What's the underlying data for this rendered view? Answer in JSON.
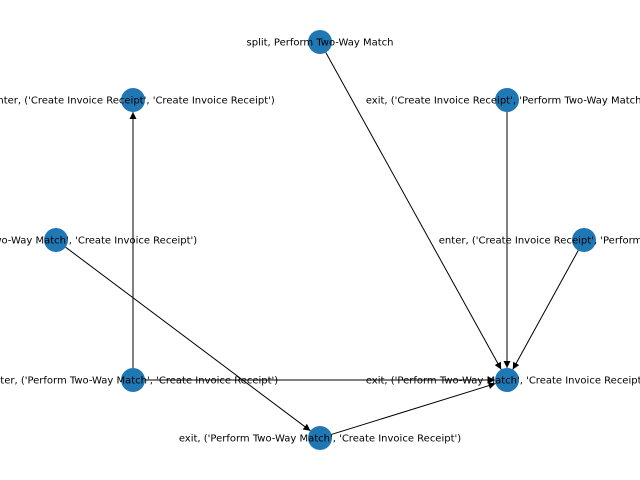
{
  "colors": {
    "node": "#1f77b4",
    "edge": "#000000",
    "label": "#000000",
    "background": "#ffffff"
  },
  "nodes": [
    {
      "id": "n1",
      "label": "split, Perform Two-Way Match"
    },
    {
      "id": "n2",
      "label": "enter, ('Create Invoice Receipt', 'Create Invoice Receipt')"
    },
    {
      "id": "n3",
      "label": "exit, ('Create Invoice Receipt', 'Perform Two-Way Match')"
    },
    {
      "id": "n4",
      "label": "exit, ('Perform Two-Way Match', 'Create Invoice Receipt')"
    },
    {
      "id": "n5",
      "label": "enter, ('Create Invoice Receipt', 'Perform Two-Way Match')"
    },
    {
      "id": "n6",
      "label": "enter, ('Perform Two-Way Match', 'Create Invoice Receipt')"
    },
    {
      "id": "n7",
      "label": "exit, ('Perform Two-Way Match', 'Create Invoice Receipt')"
    },
    {
      "id": "n8",
      "label": "exit, ('Perform Two-Way Match', 'Create Invoice Receipt')"
    }
  ],
  "edges": [
    {
      "from": "n1",
      "to": "n7"
    },
    {
      "from": "n3",
      "to": "n7"
    },
    {
      "from": "n5",
      "to": "n7"
    },
    {
      "from": "n6",
      "to": "n2"
    },
    {
      "from": "n6",
      "to": "n7"
    },
    {
      "from": "n4",
      "to": "n8"
    },
    {
      "from": "n8",
      "to": "n7"
    }
  ]
}
